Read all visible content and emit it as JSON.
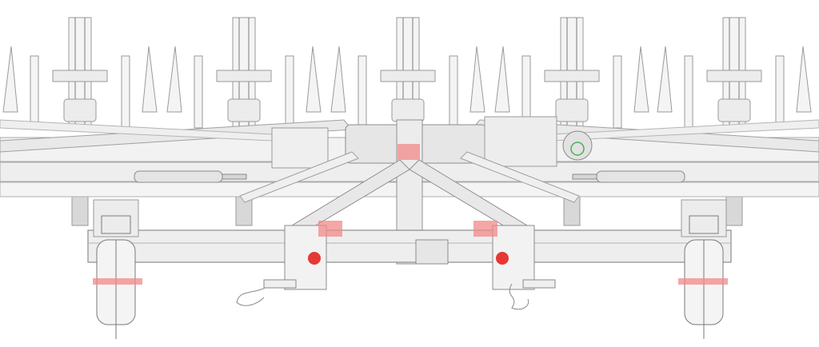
{
  "colors": {
    "background": "#ffffff",
    "frame_fill": "#ececec",
    "frame_fill_light": "#f4f4f4",
    "frame_stroke": "#9a9a9a",
    "detail_stroke": "#7a7a7a",
    "shadow": "#d8d8d8",
    "highlight_red": "#e53935",
    "highlight_red_soft": "#f08a88",
    "accent_green": "#4caf50"
  },
  "highlights": [
    {
      "name": "center-hitch-highlight",
      "shape": "block"
    },
    {
      "name": "left-drawbar-highlight",
      "shape": "block"
    },
    {
      "name": "right-drawbar-highlight",
      "shape": "block"
    },
    {
      "name": "left-pin-marker",
      "shape": "dot"
    },
    {
      "name": "right-pin-marker",
      "shape": "dot"
    },
    {
      "name": "left-wheel-axle-highlight",
      "shape": "bar"
    },
    {
      "name": "right-wheel-axle-highlight",
      "shape": "bar"
    }
  ],
  "assemblies": {
    "tine_units": 5,
    "rear_shanks": 10,
    "gauge_wheels": 2,
    "hydraulic_cylinders": 2
  }
}
